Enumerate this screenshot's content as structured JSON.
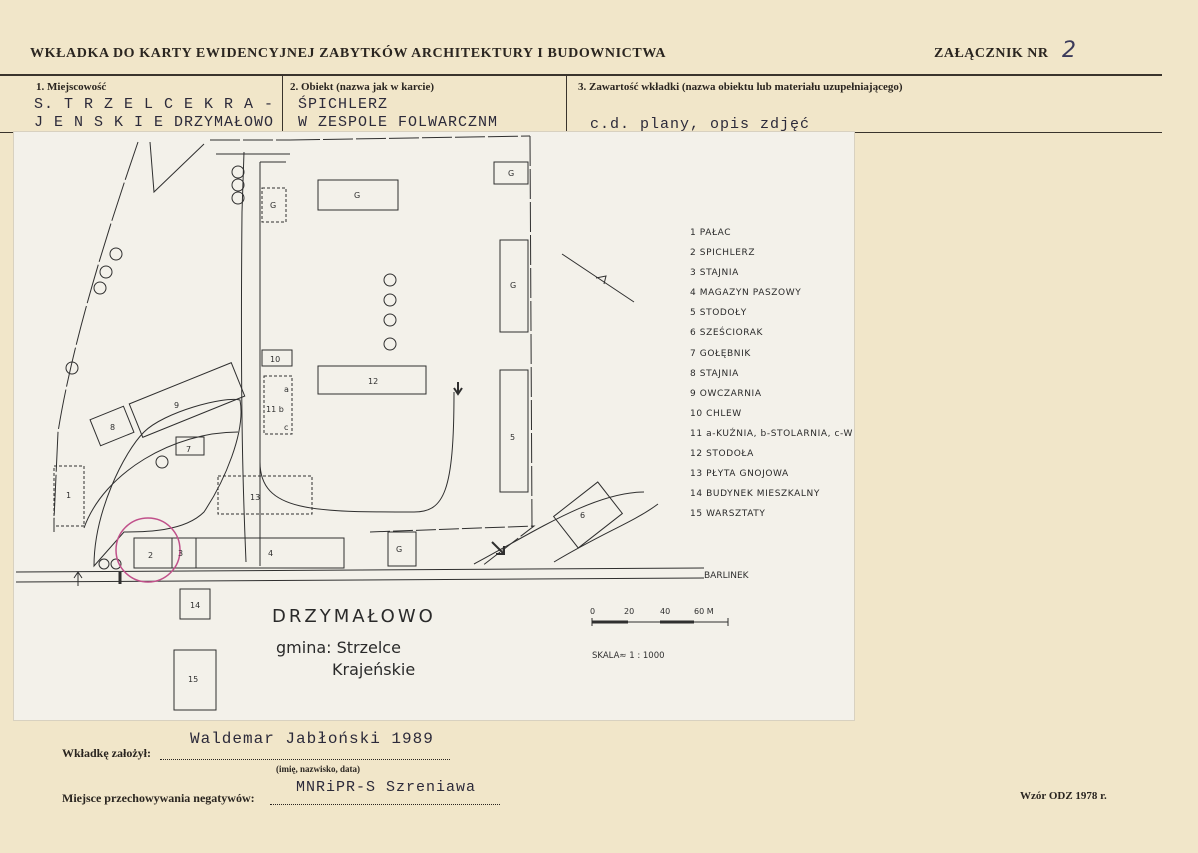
{
  "header": {
    "title": "WKŁADKA DO KARTY EWIDENCYJNEJ ZABYTKÓW ARCHITEKTURY I BUDOWNICTWA",
    "annex_label": "ZAŁĄCZNIK NR",
    "annex_number": "2"
  },
  "fields": {
    "f1_label": "1. Miejscowość",
    "f1_value_line1": "S. T R Z E L C E   K R A -",
    "f1_value_line2": "J E N S K I E DRZYMAŁOWO",
    "f2_label": "2. Obiekt (nazwa jak w karcie)",
    "f2_value_line1": "ŚPICHLERZ",
    "f2_value_line2": "W ZESPOLE FOLWARCZNM",
    "f3_label": "3. Zawartość wkładki (nazwa obiektu lub materiału uzupełniającego)",
    "f3_value": "c.d. plany, opis zdjęć"
  },
  "map": {
    "legend": [
      "1  PAŁAC",
      "2  SPICHLERZ",
      "3  STAJNIA",
      "4 MAGAZYN  PASZOWY",
      "5  STODOŁY",
      "6  SZEŚCIORAK",
      "7  GOŁĘBNIK",
      "8  STAJNIA",
      "9  OWCZARNIA",
      "10  CHLEW",
      "11  a-KUŹNIA, b-STOLARNIA, c-W",
      "12  STODOŁA",
      "13  PŁYTA  GNOJOWA",
      "14  BUDYNEK  MIESZKALNY",
      "15  WARSZTATY"
    ],
    "place_name": "DRZYMAŁOWO",
    "gmina_line1": "gmina: Strzelce",
    "gmina_line2": "Krajeńskie",
    "road_label": "BARLINEK",
    "scale_ticks": [
      "0",
      "20",
      "40",
      "60 M"
    ],
    "scale_text": "SKALA≈ 1 : 1000",
    "building_labels": {
      "b1": "1",
      "b2": "2",
      "b3": "3",
      "b4": "4",
      "b5": "5",
      "b6": "6",
      "b7": "7",
      "b8": "8",
      "b9": "9",
      "b10": "10",
      "b11a": "a",
      "b11b": "11 b",
      "b11c": "c",
      "b12": "12",
      "b13": "13",
      "b14": "14",
      "b15": "15",
      "g": "G"
    }
  },
  "footer": {
    "author_label": "Wkładkę założył:",
    "author_value": "Waldemar Jabłoński 1989",
    "author_hint": "(imię, nazwisko, data)",
    "storage_label": "Miejsce przechowywania negatywów:",
    "storage_value": "MNRiPR-S Szreniawa",
    "form_stamp": "Wzór ODZ 1978 r."
  },
  "colors": {
    "paper": "#f1e6c9",
    "ink": "#2a2520",
    "highlight_circle": "#c0508a"
  }
}
